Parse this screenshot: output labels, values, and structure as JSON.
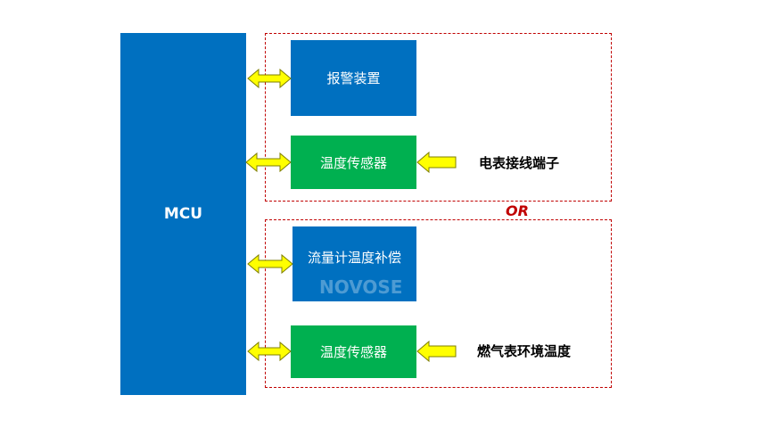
{
  "mcu": {
    "label": "MCU"
  },
  "group1": {
    "alarm": "报警装置",
    "sensor": "温度传感器",
    "source": "电表接线端子"
  },
  "separator": "OR",
  "group2": {
    "flow": "流量计温度补偿",
    "sensor": "温度传感器",
    "source": "燃气表环境温度"
  },
  "watermark": "NOVOSENSE",
  "colors": {
    "blue": "#0070c0",
    "green": "#00b050",
    "arrow": "#ffff00",
    "dash": "#c00000"
  }
}
